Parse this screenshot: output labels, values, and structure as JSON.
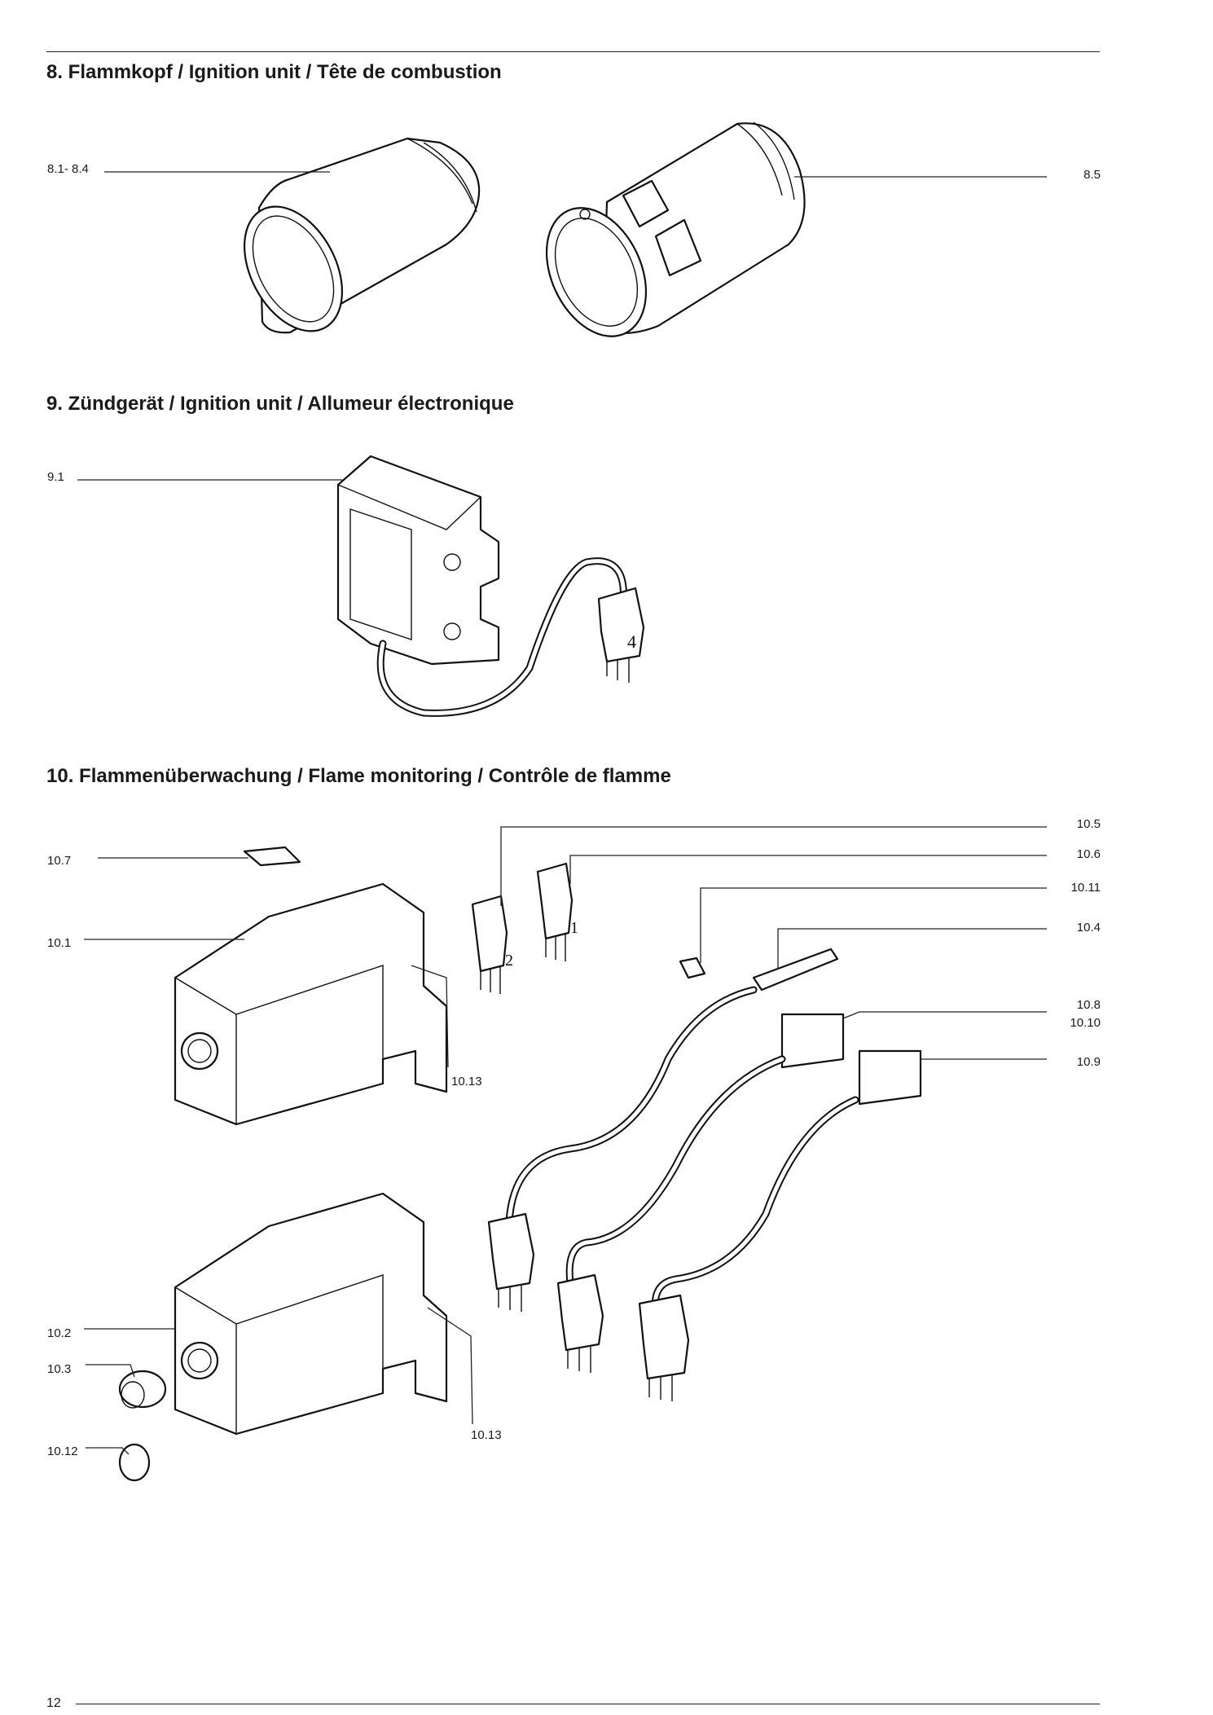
{
  "page_number": "12",
  "sections": [
    {
      "title": "8. Flammkopf / Ignition unit / Tête de combustion",
      "callouts": [
        "8.1- 8.4",
        "8.5"
      ]
    },
    {
      "title": "9. Zündgerät / Ignition unit / Allumeur électronique",
      "callouts": [
        "9.1"
      ]
    },
    {
      "title": "10. Flammenüberwachung / Flame monitoring / Contrôle de flamme",
      "callouts": [
        "10.7",
        "10.1",
        "10.2",
        "10.3",
        "10.12",
        "10.13",
        "10.13",
        "10.5",
        "10.6",
        "10.11",
        "10.4",
        "10.8",
        "10.10",
        "10.9"
      ]
    }
  ],
  "connector_numbers": [
    "4",
    "2",
    "1"
  ]
}
